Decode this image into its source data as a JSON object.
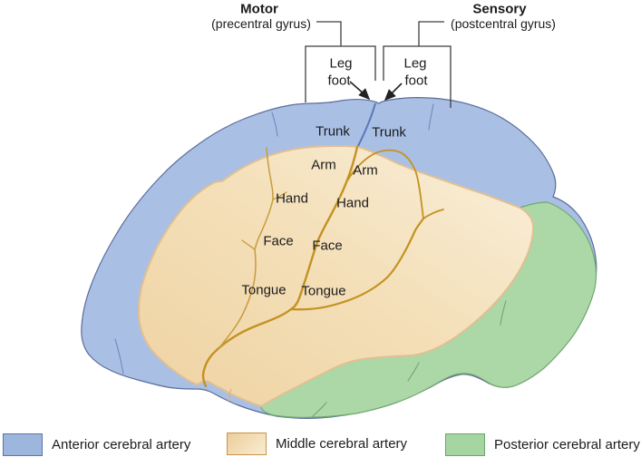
{
  "figure": {
    "motor": {
      "title": "Motor",
      "subtitle": "(precentral gyrus)"
    },
    "sensory": {
      "title": "Sensory",
      "subtitle": "(postcentral gyrus)"
    },
    "callouts": {
      "motor_leg": "Leg",
      "motor_foot": "foot",
      "sensory_leg": "Leg",
      "sensory_foot": "foot"
    },
    "homunculus": {
      "motor": {
        "trunk": "Trunk",
        "arm": "Arm",
        "hand": "Hand",
        "face": "Face",
        "tongue": "Tongue"
      },
      "sensory": {
        "trunk": "Trunk",
        "arm": "Arm",
        "hand": "Hand",
        "face": "Face",
        "tongue": "Tongue"
      }
    }
  },
  "legend": {
    "items": [
      {
        "label": "Anterior cerebral artery",
        "color": "#9db6de"
      },
      {
        "label": "Middle cerebral artery",
        "color": "#f2dcb2"
      },
      {
        "label": "Posterior cerebral artery",
        "color": "#a5d6a1"
      }
    ]
  },
  "colors": {
    "anterior_region": "#a9c0e4",
    "middle_region": "#f4dfb6",
    "posterior_region": "#abd8a6",
    "artery": "#c3921f",
    "central_sulcus": "#5b76bd",
    "line": "#3f3f3f"
  }
}
